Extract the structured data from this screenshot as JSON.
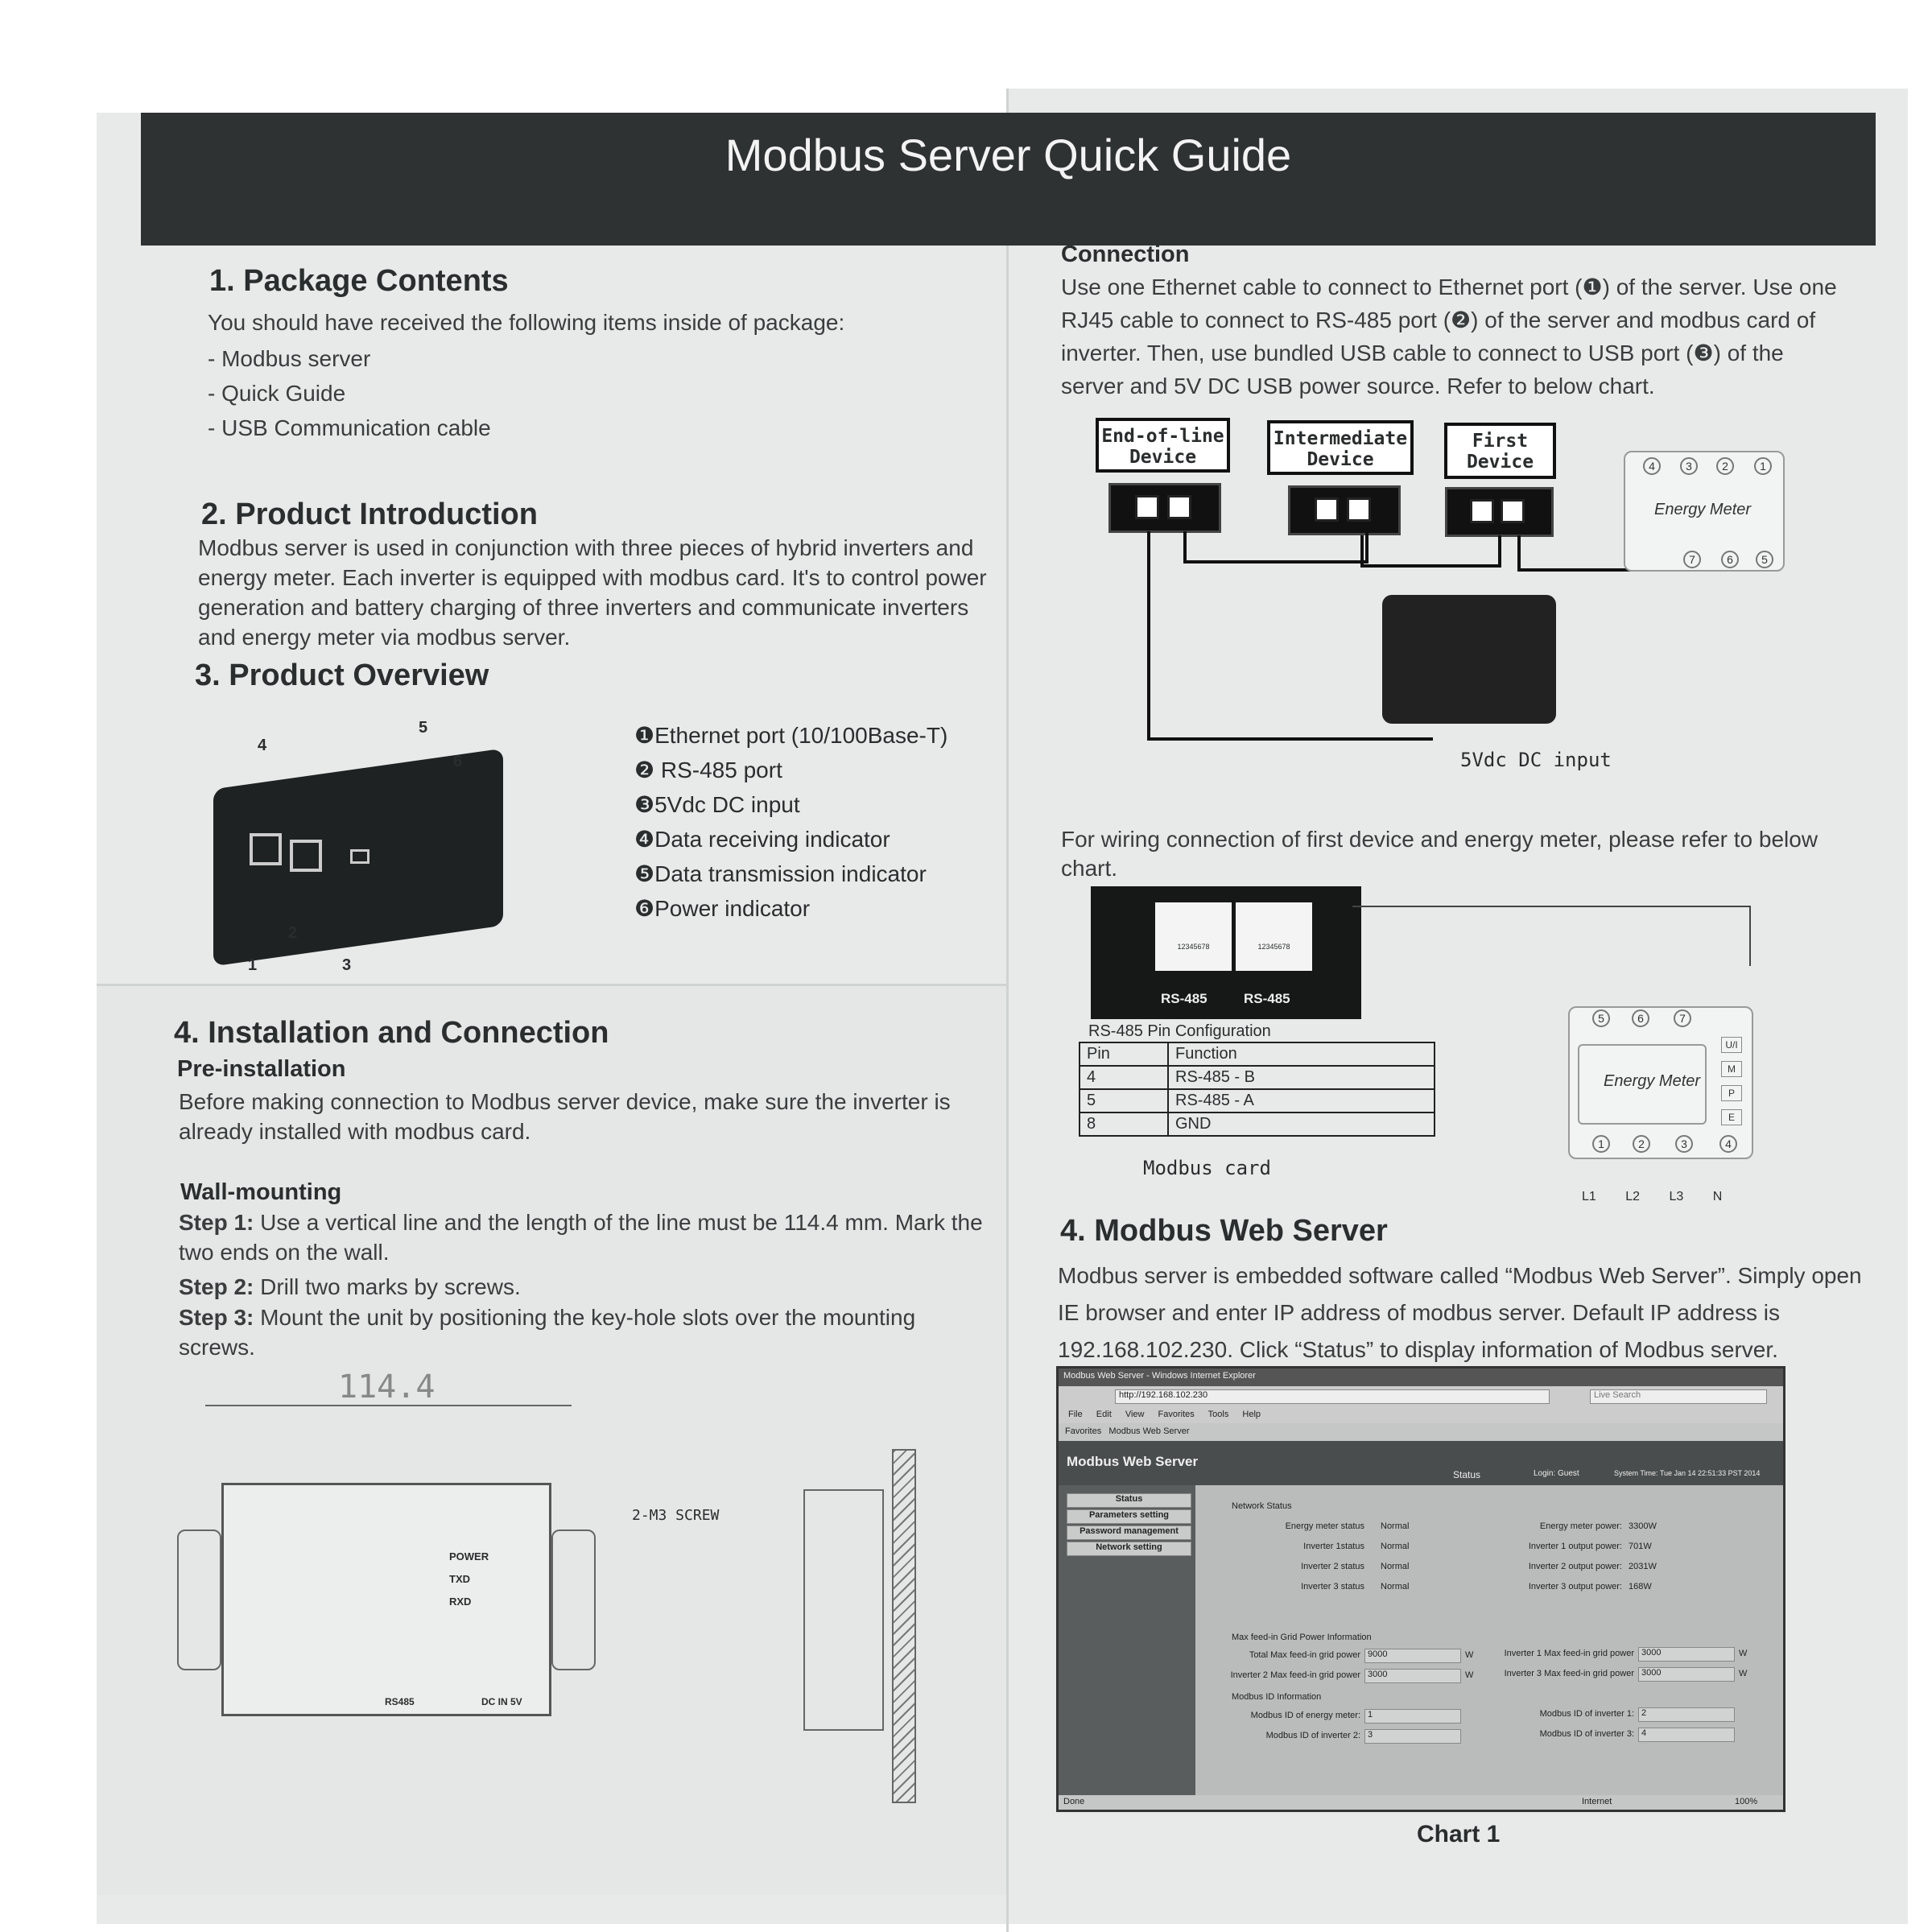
{
  "title": "Modbus Server Quick Guide",
  "s1": {
    "heading": "1.  Package Contents",
    "intro": "You should have received the following items inside of package:",
    "items": [
      "- Modbus server",
      "- Quick Guide",
      "- USB Communication cable"
    ]
  },
  "s2": {
    "heading": "2.  Product Introduction",
    "body": "Modbus server is used in conjunction with three pieces of hybrid inverters and energy meter.   Each inverter is equipped with modbus card. It's to control power generation and battery charging of three inverters and communicate inverters and energy meter via modbus server."
  },
  "s3": {
    "heading": "3.  Product Overview",
    "callouts": [
      "1",
      "2",
      "3",
      "4",
      "5",
      "6"
    ],
    "legend": [
      "❶Ethernet port (10/100Base-T)",
      "❷ RS-485 port",
      "❸5Vdc DC input",
      "❹Data receiving indicator",
      "❺Data transmission indicator",
      "❻Power indicator"
    ]
  },
  "s4": {
    "heading": "4.  Installation and Connection",
    "pre_heading": "Pre-installation",
    "pre_body": "Before making connection to Modbus server device, make sure the inverter is already installed with modbus card.",
    "wall_heading": "Wall-mounting",
    "steps": [
      {
        "label": "Step 1:",
        "text": " Use a vertical line and the length of the line must be 114.4 mm. Mark the two ends on the wall."
      },
      {
        "label": "Step 2:",
        "text": " Drill two marks by screws."
      },
      {
        "label": "Step 3:",
        "text": " Mount the unit by positioning the key-hole slots over the mounting screws."
      }
    ],
    "drawing": {
      "dimension": "114.4",
      "screw": "2-M3 SCREW",
      "leds": [
        "POWER",
        "TXD",
        "RXD"
      ],
      "ports": [
        "RS485",
        "DC IN 5V"
      ]
    }
  },
  "connection": {
    "heading": "Connection",
    "body": "Use one Ethernet cable to connect to Ethernet port (❶) of the server. Use one RJ45 cable to connect to RS-485 port (❷) of the server and modbus card of inverter. Then, use bundled USB cable to connect to USB port (❸) of the server and 5V DC USB power source. Refer to below chart.",
    "devices": [
      {
        "l1": "End-of-line",
        "l2": "Device"
      },
      {
        "l1": "Intermediate",
        "l2": "Device"
      },
      {
        "l1": "First",
        "l2": "Device"
      }
    ],
    "meter": "Energy Meter",
    "meter_terminals_top": [
      "4",
      "3",
      "2",
      "1"
    ],
    "meter_terminals_bottom": [
      "7",
      "6",
      "5"
    ],
    "dc_label": "5Vdc DC input"
  },
  "wiring": {
    "body": "For wiring connection of first device and energy meter, please refer to below chart.",
    "ports": [
      "RS-485",
      "RS-485"
    ],
    "jack": "12345678",
    "pin_title": "RS-485 Pin Configuration",
    "pin_headers": [
      "Pin",
      "Function"
    ],
    "pins": [
      [
        "4",
        "RS-485 - B"
      ],
      [
        "5",
        "RS-485 - A"
      ],
      [
        "8",
        "GND"
      ]
    ],
    "card_label": "Modbus card",
    "meter": "Energy Meter",
    "meter_top": [
      "5",
      "6",
      "7"
    ],
    "meter_side": [
      "U/I",
      "M",
      "P",
      "E"
    ],
    "meter_bottom": [
      "1",
      "2",
      "3",
      "4"
    ],
    "lines": [
      "L1",
      "L2",
      "L3",
      "N"
    ]
  },
  "web": {
    "heading": "4. Modbus Web Server",
    "body": "Modbus server is embedded software called “Modbus Web Server”. Simply open IE browser and enter IP address of modbus server. Default IP address is 192.168.102.230. Click “Status” to display information of Modbus server.",
    "caption": "Chart 1",
    "screen": {
      "window_title": "Modbus Web Server - Windows Internet Explorer",
      "url": "http://192.168.102.230",
      "search": "Live Search",
      "menu": [
        "File",
        "Edit",
        "View",
        "Favorites",
        "Tools",
        "Help"
      ],
      "favorites": "Favorites",
      "tab": "Modbus Web Server",
      "app_title": "Modbus Web Server",
      "status_tab": "Status",
      "login": "Login: Guest",
      "time": "System Time: Tue Jan 14 22:51:33 PST 2014",
      "nav": [
        "Status",
        "Parameters setting",
        "Password management",
        "Network setting"
      ],
      "network_heading": "Network Status",
      "statuses": [
        {
          "label": "Energy meter status",
          "value": "Normal"
        },
        {
          "label": "Inverter 1status",
          "value": "Normal"
        },
        {
          "label": "Inverter 2 status",
          "value": "Normal"
        },
        {
          "label": "Inverter 3 status",
          "value": "Normal"
        }
      ],
      "powers": [
        {
          "label": "Energy meter power:",
          "value": "3300W"
        },
        {
          "label": "Inverter 1 output power:",
          "value": "701W"
        },
        {
          "label": "Inverter 2 output power:",
          "value": "2031W"
        },
        {
          "label": "Inverter 3 output power:",
          "value": "168W"
        }
      ],
      "maxfeed_heading": "Max feed-in Grid Power Information",
      "maxfeed": [
        {
          "label": "Total Max feed-in grid power",
          "value": "9000",
          "unit": "W"
        },
        {
          "label": "Inverter 1 Max feed-in grid power",
          "value": "3000",
          "unit": "W"
        },
        {
          "label": "Inverter 2 Max feed-in grid power",
          "value": "3000",
          "unit": "W"
        },
        {
          "label": "Inverter 3 Max feed-in grid power",
          "value": "3000",
          "unit": "W"
        }
      ],
      "id_heading": "Modbus ID Information",
      "ids": [
        {
          "label": "Modbus ID of energy meter:",
          "value": "1"
        },
        {
          "label": "Modbus ID of inverter 1:",
          "value": "2"
        },
        {
          "label": "Modbus ID of inverter 2:",
          "value": "3"
        },
        {
          "label": "Modbus ID of inverter 3:",
          "value": "4"
        }
      ],
      "statusbar": "Done",
      "zone": "Internet",
      "zoom": "100%"
    }
  }
}
